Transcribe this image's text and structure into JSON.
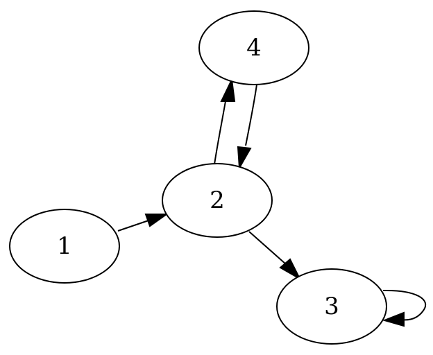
{
  "graph": {
    "nodes": [
      {
        "id": "1",
        "label": "1"
      },
      {
        "id": "2",
        "label": "2"
      },
      {
        "id": "3",
        "label": "3"
      },
      {
        "id": "4",
        "label": "4"
      }
    ],
    "edges": [
      {
        "from": "1",
        "to": "2"
      },
      {
        "from": "2",
        "to": "4"
      },
      {
        "from": "4",
        "to": "2"
      },
      {
        "from": "2",
        "to": "3"
      },
      {
        "from": "3",
        "to": "3"
      }
    ],
    "colors": {
      "stroke": "#000000",
      "fill": "#ffffff",
      "background": "#ffffff"
    }
  }
}
